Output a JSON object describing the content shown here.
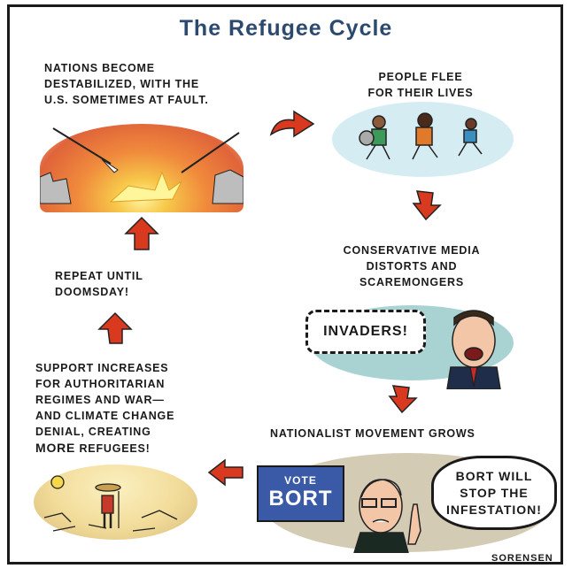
{
  "title": "The Refugee Cycle",
  "panels": {
    "destabilized": {
      "lines": [
        "Nations become",
        "destabilized, with the",
        "U.S. sometimes at fault."
      ]
    },
    "flee": {
      "lines": [
        "People flee",
        "for their lives"
      ]
    },
    "media": {
      "lines": [
        "Conservative media",
        "distorts and",
        "scaremongers"
      ],
      "speech": "INVADERS!"
    },
    "nationalist": {
      "caption": "Nationalist movement grows",
      "sign_top": "VOTE",
      "sign_name": "BORT",
      "speech": [
        "BORT WILL",
        "STOP THE",
        "INFESTATION!"
      ]
    },
    "support": {
      "lines": [
        "Support increases",
        "for authoritarian",
        "regimes and war—",
        "and climate change",
        "denial, creating"
      ],
      "emphasis": "MORE",
      "last": "refugees!"
    },
    "repeat": {
      "lines": [
        "Repeat until",
        "doomsday!"
      ]
    }
  },
  "signature": "SORENSEN",
  "colors": {
    "title": "#2c4a6e",
    "arrow": "#d93a1f",
    "sign": "#3a5aa8"
  }
}
